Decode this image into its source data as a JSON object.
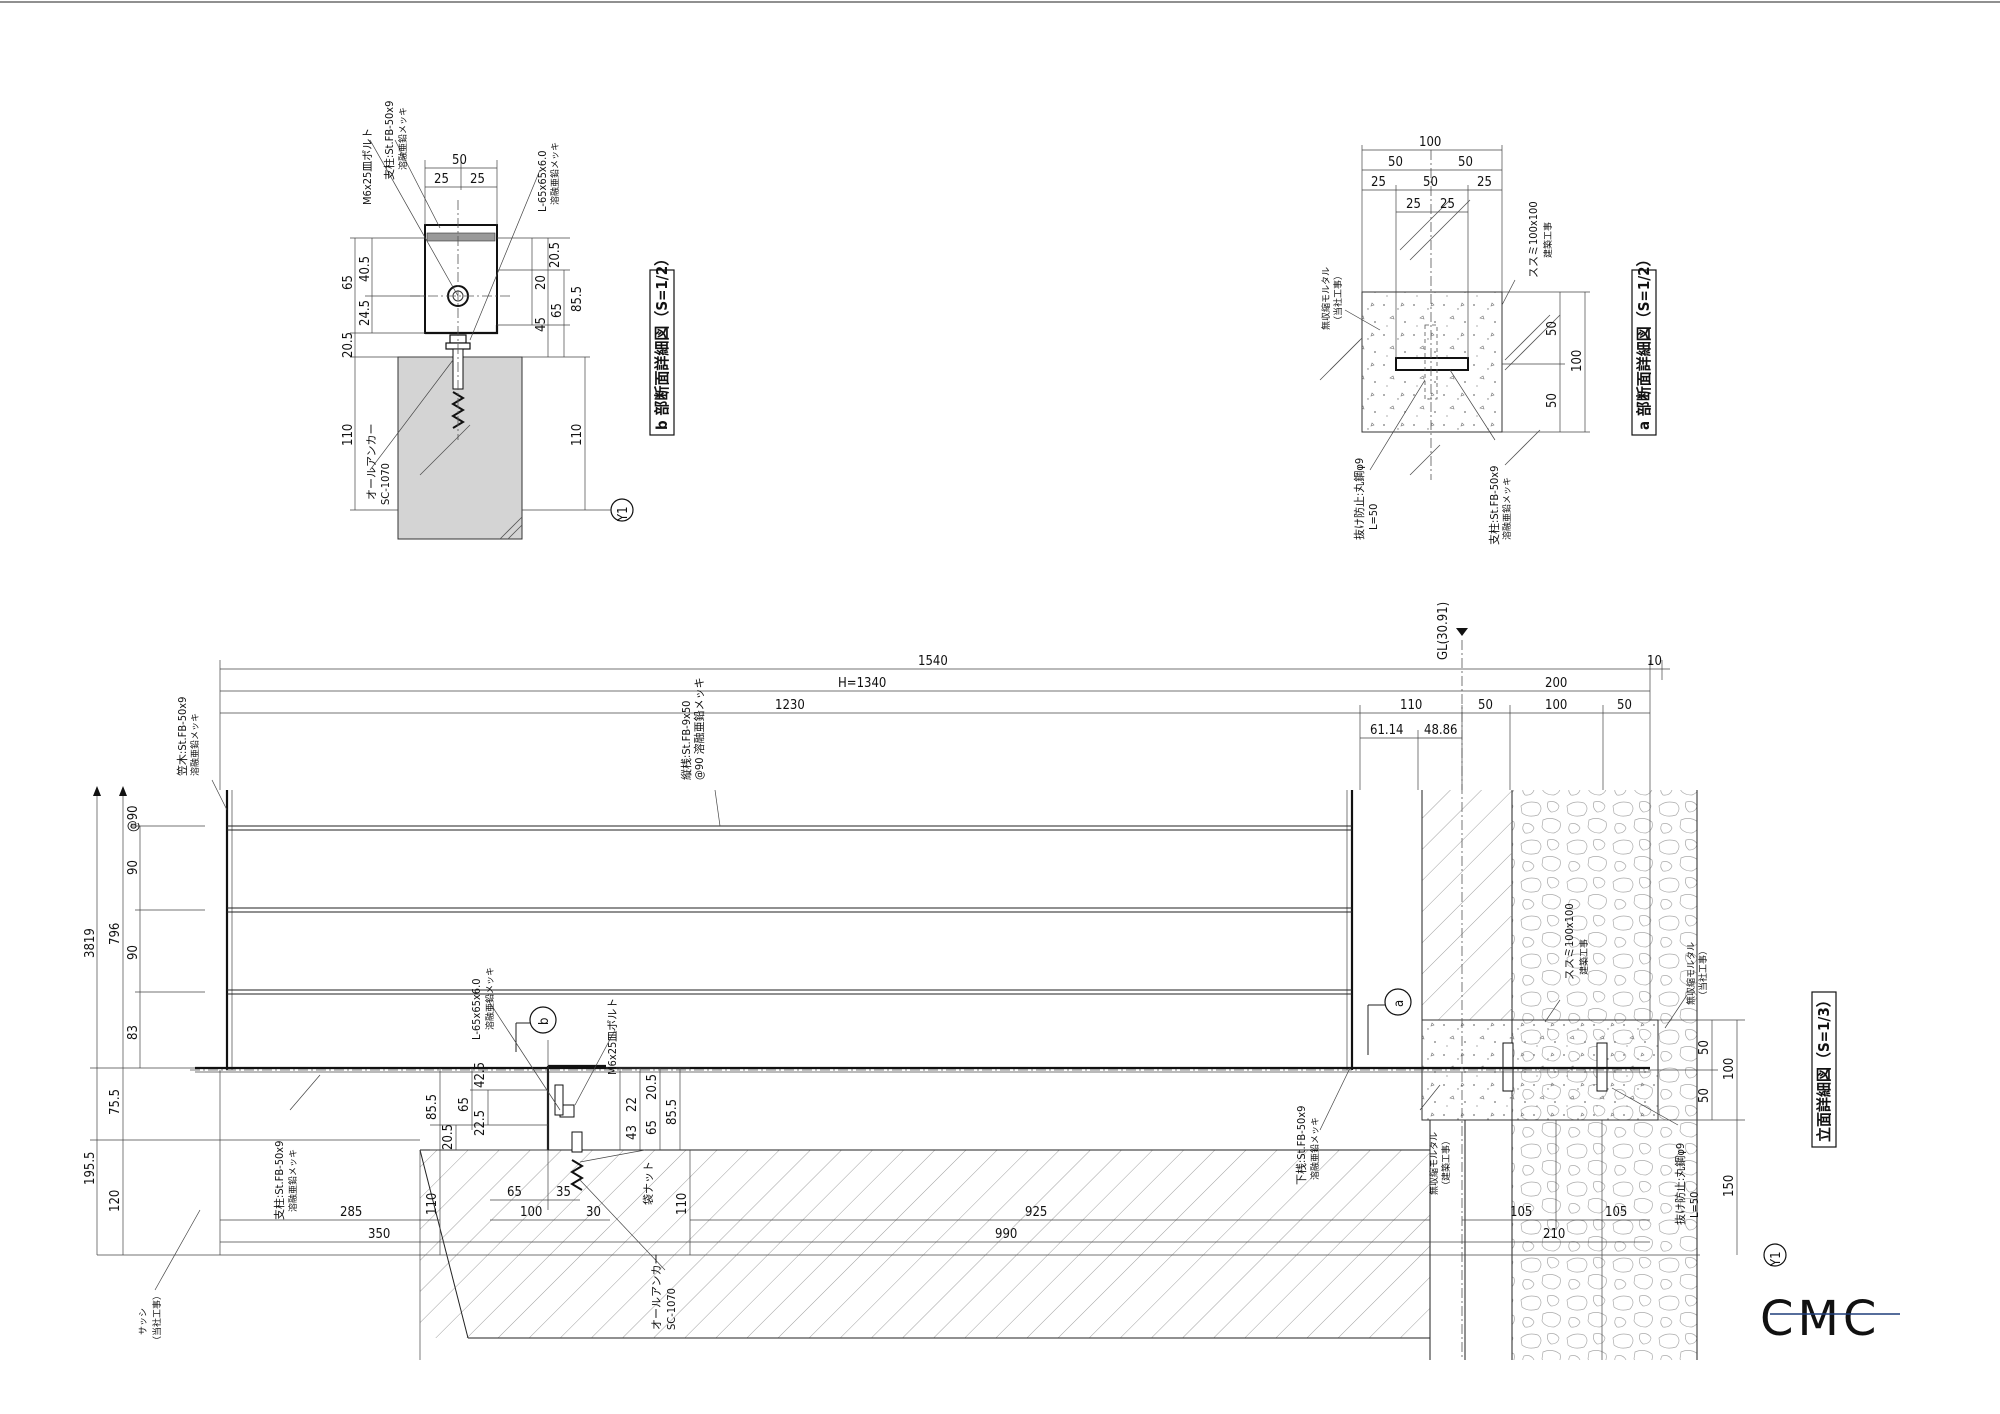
{
  "sections": {
    "b": {
      "title": "b 部断面詳細図（S=1/2）",
      "labels": {
        "bolt": "M6x25皿ボルト",
        "post": "支柱:St.FB-50x9",
        "post_finish": "溶融亜鉛メッキ",
        "angle": "L-65x65x6.0",
        "angle_finish": "溶融亜鉛メッキ",
        "anchor": "オールアンカー",
        "anchor_type": "SC-1070",
        "grid": "Y1"
      },
      "dims": {
        "d50": "50",
        "d25a": "25",
        "d25b": "25",
        "d65": "65",
        "d40_5": "40.5",
        "d24_5": "24.5",
        "d20_5": "20.5",
        "d110": "110",
        "r20_5": "20.5",
        "r20": "20",
        "r45": "45",
        "r65": "65",
        "r85_5": "85.5",
        "r110": "110"
      }
    },
    "a": {
      "title": "a 部断面詳細図（S=1/2）",
      "labels": {
        "mortar": "無収縮モルタル",
        "mortar_note": "（当社工事）",
        "pin": "抜け防止:丸鋼φ9",
        "pin_len": "L=50",
        "post": "支柱:St.FB-50x9",
        "post_finish": "溶融亜鉛メッキ",
        "sleeve": "ススミ100x100",
        "sleeve_note": "建築工事"
      },
      "dims": {
        "d100": "100",
        "d50a": "50",
        "d50b": "50",
        "d25a": "25",
        "d50c": "50",
        "d25b": "25",
        "d25c": "25",
        "d25d": "25",
        "v50a": "50",
        "v100": "100",
        "v50b": "50"
      }
    },
    "elev": {
      "title": "立面詳細図（S=1/3）",
      "gl": "GL(30.91)",
      "labels": {
        "rail": "笠木:St.FB-50x9",
        "rail_finish": "溶融亜鉛メッキ",
        "bars": "縦桟:St.FB-9x50",
        "bars_pitch": "@90 溶融亜鉛メッキ",
        "angle": "L-65x65x6.0",
        "angle_finish": "溶融亜鉛メッキ",
        "bolt": "M6x25皿ボルト",
        "post": "支柱:St.FB-50x9",
        "post_finish": "溶融亜鉛メッキ",
        "bottom": "下桟:St.FB-50x9",
        "bottom_finish": "溶融亜鉛メッキ",
        "nut": "袋ナット",
        "anchor": "オールアンカー",
        "anchor_type": "SC-1070",
        "sash": "サッシ",
        "sash_note": "（当社工事）",
        "mortar": "無収縮モルタル",
        "mortar_note": "（建築工事）",
        "mortar2": "無収縮モルタル",
        "mortar2_note": "（当社工事）",
        "sleeve": "ススミ100x100",
        "sleeve_note": "建築工事",
        "pin": "抜け防止:丸鋼φ9",
        "pin_len": "L=50",
        "grid": "Y1",
        "mark_a": "a",
        "mark_b": "b"
      },
      "dims": {
        "h1540": "1540",
        "hH": "H=1340",
        "h1230": "1230",
        "h110": "110",
        "h10": "10",
        "h200": "200",
        "h50a": "50",
        "h100": "100",
        "h50b": "50",
        "h61": "61.14",
        "h48": "48.86",
        "v3819": "3819",
        "v796": "796",
        "v90a": "@90",
        "v90b": "90",
        "v90c": "90",
        "v83": "83",
        "v195_5": "195.5",
        "v75_5": "75.5",
        "v120": "120",
        "l85_5": "85.5",
        "l20_5": "20.5",
        "l110": "110",
        "l65": "65",
        "l42_5": "42.5",
        "l22_5": "22.5",
        "r22": "22",
        "r43": "43",
        "r65": "65",
        "r20_5": "20.5",
        "r85_5": "85.5",
        "r110": "110",
        "b65": "65",
        "b35": "35",
        "b100": "100",
        "b30": "30",
        "b285": "285",
        "b350": "350",
        "b925": "925",
        "b990": "990",
        "b105a": "105",
        "b105b": "105",
        "b210": "210",
        "s50a": "50",
        "s100": "100",
        "s50b": "50",
        "s150": "150"
      }
    }
  },
  "logo": "CMC"
}
